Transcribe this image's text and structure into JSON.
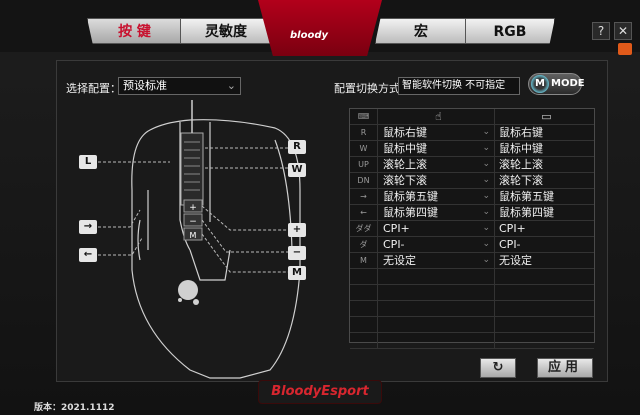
{
  "tabs": [
    {
      "label": "按 键",
      "active": true
    },
    {
      "label": "灵敏度",
      "active": false
    },
    {
      "label": "宏",
      "active": false
    },
    {
      "label": "RGB",
      "active": false
    }
  ],
  "logo_text": "bloody",
  "window": {
    "help": "?",
    "close": "✕"
  },
  "config": {
    "select_label": "选择配置：",
    "select_value": "预设标准",
    "mode_label": "配置切换方式：",
    "mode_value": "智能软件切换   不可指定",
    "mode_button": "MODE"
  },
  "key_labels": {
    "L": "L",
    "R": "R",
    "W": "W",
    "fwd": "→",
    "back": "←",
    "plus": "+",
    "minus": "−",
    "m": "M"
  },
  "table": {
    "header_icon_a": "☝",
    "header_icon_b": "▭",
    "rows": [
      {
        "icon": "R",
        "a": "鼠标右键",
        "b": "鼠标右键"
      },
      {
        "icon": "W",
        "a": "鼠标中键",
        "b": "鼠标中键"
      },
      {
        "icon": "UP",
        "a": "滚轮上滚",
        "b": "滚轮上滚"
      },
      {
        "icon": "DN",
        "a": "滚轮下滚",
        "b": "滚轮下滚"
      },
      {
        "icon": "→",
        "a": "鼠标第五键",
        "b": "鼠标第五键"
      },
      {
        "icon": "←",
        "a": "鼠标第四键",
        "b": "鼠标第四键"
      },
      {
        "icon": "ダダ",
        "a": "CPI+",
        "b": "CPI+"
      },
      {
        "icon": "ダ",
        "a": "CPI-",
        "b": "CPI-"
      },
      {
        "icon": "M",
        "a": "无设定",
        "b": "无设定"
      }
    ]
  },
  "reset_icon": "↻",
  "apply_label": "应用",
  "brand": "BloodyEsport",
  "version": "版本：2021.1112"
}
